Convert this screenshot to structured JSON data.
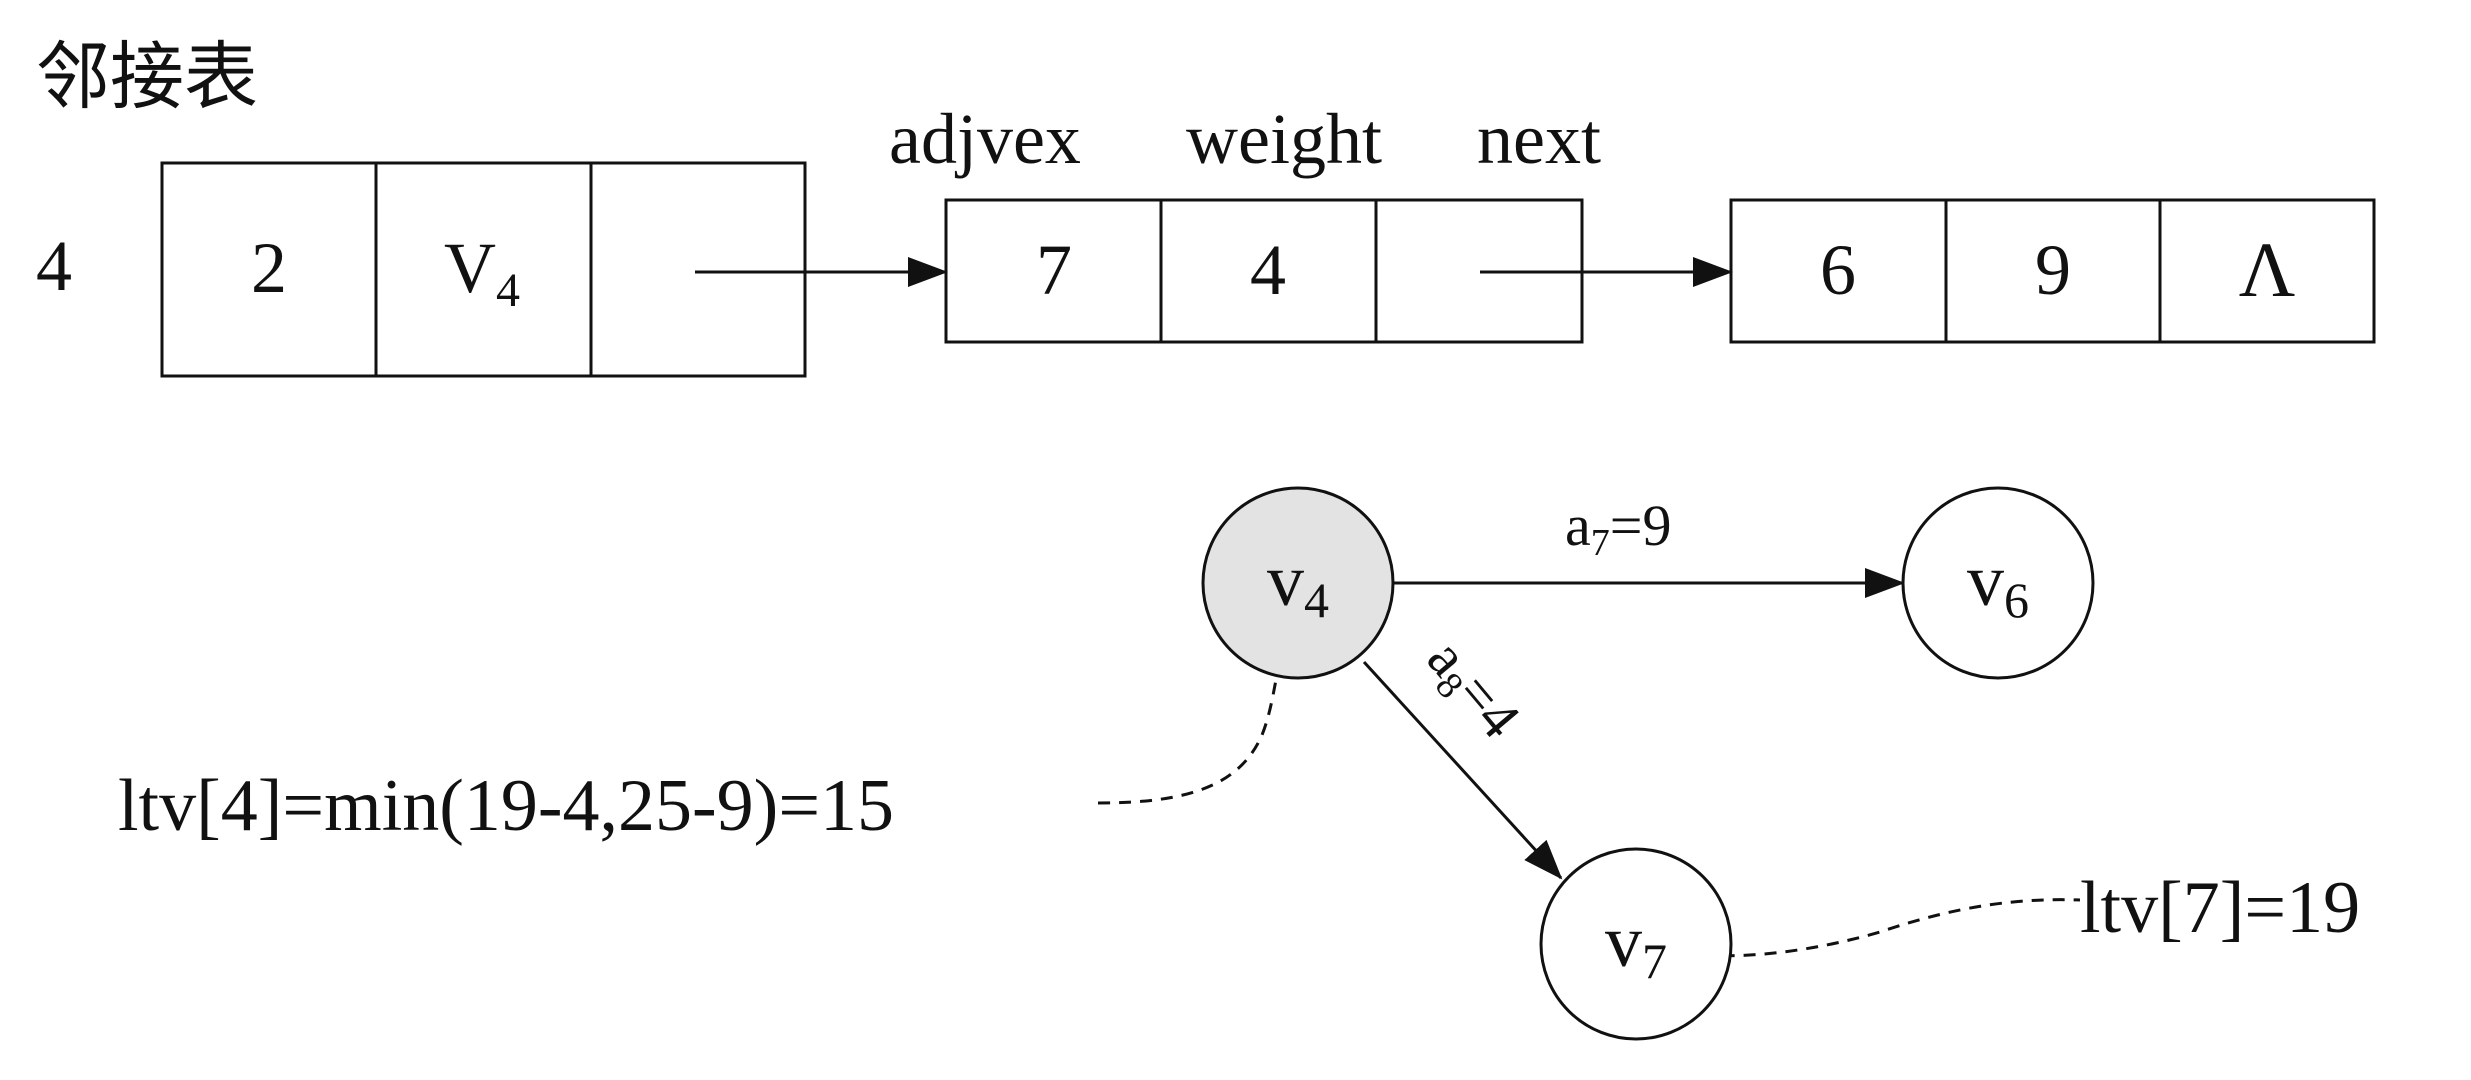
{
  "title": "邻接表",
  "vertex_index": "4",
  "head_node": {
    "in_degree": "2",
    "data_main": "V",
    "data_sub": "4"
  },
  "field_headers": {
    "adjvex": "adjvex",
    "weight": "weight",
    "next": "next"
  },
  "edge_nodes": [
    {
      "adjvex": "7",
      "weight": "4",
      "next": ""
    },
    {
      "adjvex": "6",
      "weight": "9",
      "next": "Λ"
    }
  ],
  "graph": {
    "nodes": [
      {
        "id": "v4",
        "main": "v",
        "sub": "4",
        "highlighted": true
      },
      {
        "id": "v6",
        "main": "v",
        "sub": "6",
        "highlighted": false
      },
      {
        "id": "v7",
        "main": "v",
        "sub": "7",
        "highlighted": false
      }
    ],
    "edges": [
      {
        "from": "v4",
        "to": "v6",
        "label_main": "a",
        "label_sub": "7",
        "label_rest": "=9"
      },
      {
        "from": "v4",
        "to": "v7",
        "label_main": "a",
        "label_sub": "8",
        "label_rest": "=4"
      }
    ],
    "annotations": [
      {
        "target": "v4",
        "text": "ltv[4]=min(19-4,25-9)=15"
      },
      {
        "target": "v7",
        "text": "ltv[7]=19"
      }
    ]
  },
  "colors": {
    "highlight_fill": "#e3e3e3",
    "stroke": "#111111",
    "background": "#ffffff"
  }
}
